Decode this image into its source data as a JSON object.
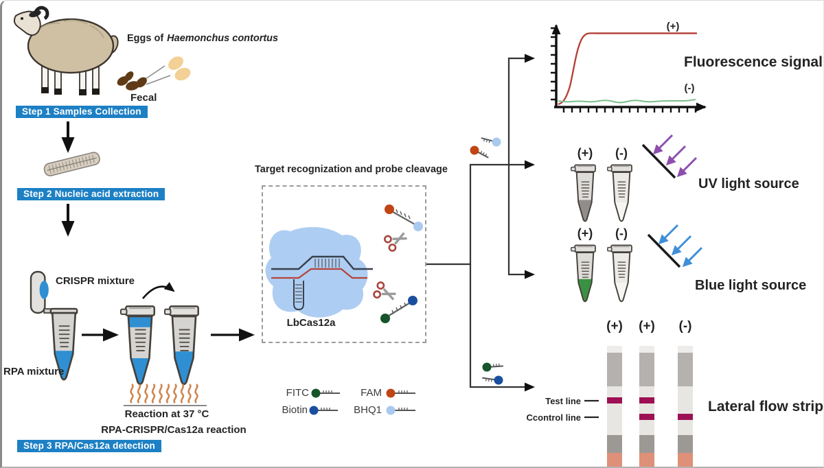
{
  "samples": {
    "eggs_prefix": "Eggs of",
    "eggs_species": "Haemonchus contortus",
    "fecal": "Fecal"
  },
  "steps": {
    "step1": "Step 1 Samples Collection",
    "step2": "Step 2 Nucleic acid extraction",
    "step3": "Step 3 RPA/Cas12a detection"
  },
  "reaction": {
    "crispr": "CRISPR mixture",
    "rpa": "RPA mixture",
    "temp": "Reaction at 37 °C",
    "name": "RPA-CRISPR/Cas12a reaction"
  },
  "cleavage": {
    "title": "Target recognization and probe cleavage",
    "enzyme": "LbCas12a"
  },
  "legend": {
    "fitc": "FITC",
    "biotin": "Biotin",
    "fam": "FAM",
    "bhq1": "BHQ1"
  },
  "readouts": {
    "fluorescence": {
      "title": "Fluorescence signal",
      "pos": "(+)",
      "neg": "(-)"
    },
    "uv": {
      "title": "UV light source",
      "pos": "(+)",
      "neg": "(-)"
    },
    "blue": {
      "title": "Blue light source",
      "pos": "(+)",
      "neg": "(-)"
    },
    "lateral_flow": {
      "title": "Lateral flow strip",
      "strip_labels": [
        "(+)",
        "(+)",
        "(-)"
      ],
      "test_line": "Test line",
      "control_line": "Ccontrol line"
    }
  },
  "colors": {
    "step_box": "#1d80c4",
    "sample_liquid": "#2f8fd2",
    "fam": "#c04515",
    "bhq1": "#a9c9ef",
    "fitc": "#16542a",
    "biotin": "#1a4fa0",
    "uv_arrow": "#8d4fae",
    "blue_arrow": "#3f8fd8",
    "positive_green": "#3b9142",
    "strip_line_magenta": "#9e1054",
    "positive_curve": "#b5443a",
    "negative_curve": "#7cbd8e"
  }
}
